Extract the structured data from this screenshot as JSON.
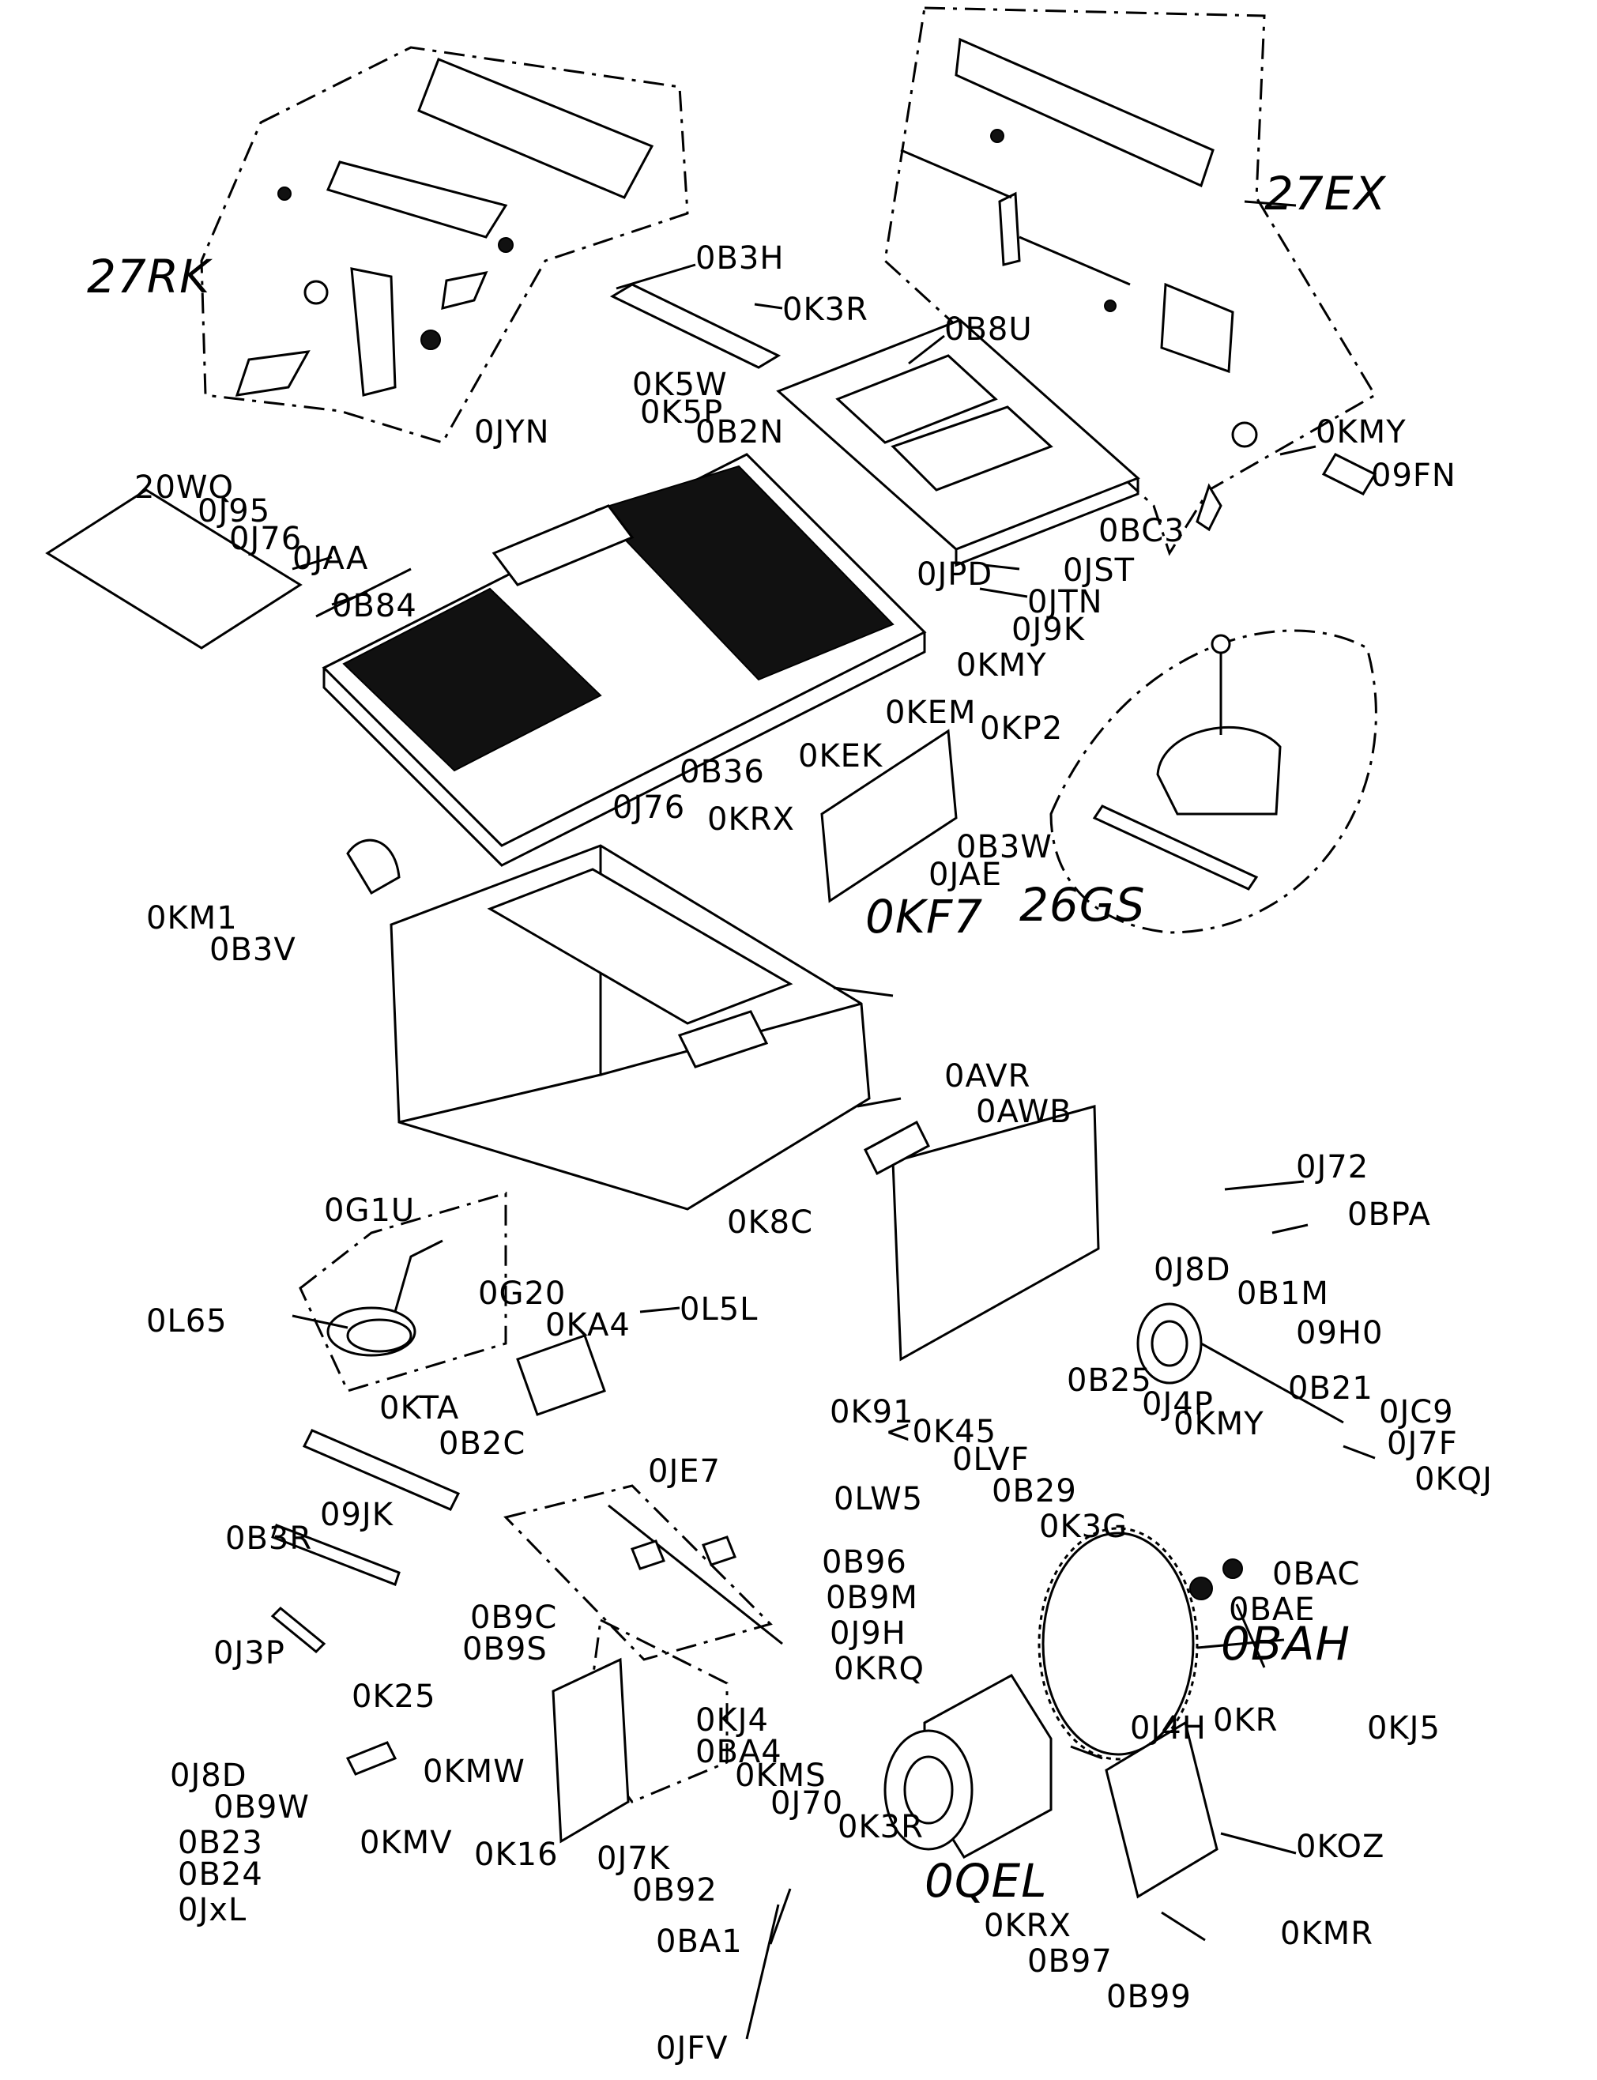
{
  "labels": {
    "l_27RK": "27RK",
    "l_27EX": "27EX",
    "l_0B3H": "0B3H",
    "l_0K3R_top": "0K3R",
    "l_0B8U": "0B8U",
    "l_0K5W": "0K5W",
    "l_0K5P": "0K5P",
    "l_0B2N": "0B2N",
    "l_0JYN": "0JYN",
    "l_0KMY_top": "0KMY",
    "l_09FN": "09FN",
    "l_20WQ": "20WQ",
    "l_0J95": "0J95",
    "l_0J76_left": "0J76",
    "l_0JAA": "0JAA",
    "l_0B84": "0B84",
    "l_0BC3": "0BC3",
    "l_0JPD": "0JPD",
    "l_0JST": "0JST",
    "l_0JTN": "0JTN",
    "l_0J9K": "0J9K",
    "l_0KMY_mid": "0KMY",
    "l_0KEM": "0KEM",
    "l_0KP2": "0KP2",
    "l_0KEK": "0KEK",
    "l_0B36": "0B36",
    "l_0J76_mid": "0J76",
    "l_0KRX_mid": "0KRX",
    "l_0B3W": "0B3W",
    "l_0JAE": "0JAE",
    "l_0KF7": "0KF7",
    "l_26GS": "26GS",
    "l_0KM1": "0KM1",
    "l_0B3V": "0B3V",
    "l_0AVR": "0AVR",
    "l_0AWB": "0AWB",
    "l_0J72": "0J72",
    "l_0BPA": "0BPA",
    "l_0G1U": "0G1U",
    "l_0K8C": "0K8C",
    "l_0J8D_right": "0J8D",
    "l_0B1M": "0B1M",
    "l_09H0": "09H0",
    "l_0L65": "0L65",
    "l_0G20": "0G20",
    "l_0KA4": "0KA4",
    "l_0L5L": "0L5L",
    "l_0KTA": "0KTA",
    "l_0B2C": "0B2C",
    "l_0B25": "0B25",
    "l_0J4P": "0J4P",
    "l_0KMY_low": "0KMY",
    "l_0B21": "0B21",
    "l_0JC9": "0JC9",
    "l_0J7F": "0J7F",
    "l_0KQJ": "0KQJ",
    "l_0K91": "0K91",
    "l_0KHS": "<0K45",
    "l_0LVF": "0LVF",
    "l_0LW5": "0LW5",
    "l_0B29": "0B29",
    "l_0K3G": "0K3G",
    "l_09JK": "09JK",
    "l_0B3R": "0B3R",
    "l_0JE7": "0JE7",
    "l_0B96": "0B96",
    "l_0B9M": "0B9M",
    "l_0J9H": "0J9H",
    "l_0KRQ": "0KRQ",
    "l_0BAC": "0BAC",
    "l_0BAE": "0BAE",
    "l_0BAH": "0BAH",
    "l_0J3P": "0J3P",
    "l_0B9C": "0B9C",
    "l_0B9S": "0B9S",
    "l_0K25": "0K25",
    "l_0KJ4": "0KJ4",
    "l_0BA4": "0BA4",
    "l_0KMS": "0KMS",
    "l_0J70": "0J70",
    "l_0J8D_low": "0J8D",
    "l_0KMW": "0KMW",
    "l_0B9W": "0B9W",
    "l_0B23": "0B23",
    "l_0KMV": "0KMV",
    "l_0K16": "0K16",
    "l_0J7K": "0J7K",
    "l_0B24": "0B24",
    "l_0JXL": "0JxL",
    "l_0B92": "0B92",
    "l_0BA1": "0BA1",
    "l_0JFV": "0JFV",
    "l_0J4H": "0J4H",
    "l_0KR": "0KR",
    "l_0KJ5": "0KJ5",
    "l_0K3R_low": "0K3R",
    "l_0QEL": "0QEL",
    "l_0KOZ": "0KOZ",
    "l_0KRX_low": "0KRX",
    "l_0B97": "0B97",
    "l_0B99": "0B99",
    "l_0KMR": "0KMR"
  }
}
